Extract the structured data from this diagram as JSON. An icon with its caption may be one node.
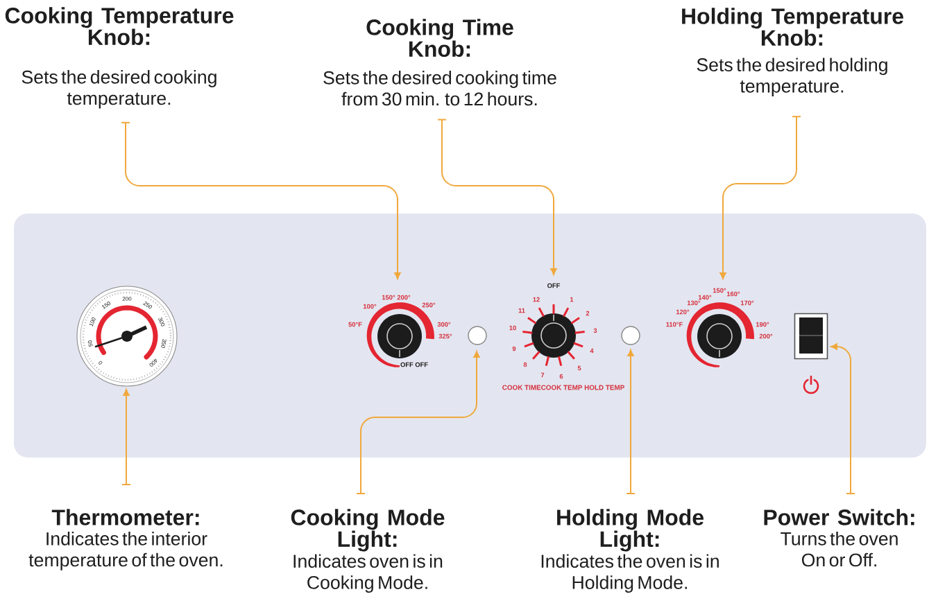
{
  "diagram": {
    "nodes": [
      {
        "text": [
          "Cooking Temperature Knob:",
          "Sets the desired cooking temperature."
        ]
      },
      {
        "text": [
          "Cooking Time Knob:",
          "Sets the desired cooking time from 30 min. to 12 hours."
        ]
      },
      {
        "text": [
          "Holding Temperature Knob:",
          "Sets the desired holding temperature."
        ]
      },
      {
        "text": [],
        "shape": "box"
      },
      {
        "text": [
          "0",
          "50",
          "100",
          "150",
          "200",
          "250",
          "300",
          "350",
          "400"
        ],
        "in": 3
      },
      {
        "text": [],
        "shape": "circle",
        "in": 3,
        "beside": [
          "50°F",
          "100°",
          "150°",
          "200°",
          "250°",
          "300°",
          "325°",
          "OFF OFF"
        ]
      },
      {
        "text": [],
        "shape": "circle",
        "in": 3
      },
      {
        "text": [],
        "shape": "circle",
        "in": 3,
        "beside": [
          "OFF",
          "12",
          "1",
          "2",
          "3",
          "4",
          "5",
          "6",
          "7",
          "8",
          "9",
          "10",
          "11"
        ]
      },
      {
        "text": [],
        "shape": "circle",
        "in": 3
      },
      {
        "text": [],
        "shape": "circle",
        "in": 3,
        "beside": [
          "110°F",
          "120°",
          "130°",
          "140°",
          "150°",
          "160°",
          "170°",
          "190°",
          "200°"
        ]
      },
      {
        "text": [],
        "shape": "box",
        "in": 3
      },
      {
        "text": [
          "Thermometer:",
          "Indicates the interior temperature of the oven."
        ]
      },
      {
        "text": [
          "Cooking Mode Light:",
          "Indicates oven is in Cooking Mode."
        ]
      },
      {
        "text": [
          "Holding Mode Light:",
          "Indicates the oven is in Holding Mode."
        ]
      },
      {
        "text": [
          "Power Switch:",
          "Turns the oven On or Off."
        ]
      }
    ],
    "edges": [
      {
        "from": 0,
        "to": 5,
        "arrow": "to"
      },
      {
        "from": 1,
        "to": 7,
        "arrow": "to"
      },
      {
        "from": 2,
        "to": 9,
        "arrow": "to"
      },
      {
        "from": 11,
        "to": 4,
        "arrow": "to"
      },
      {
        "from": 12,
        "to": 6,
        "arrow": "to"
      },
      {
        "from": 13,
        "to": 8,
        "arrow": "to"
      },
      {
        "from": 14,
        "to": 10,
        "arrow": "to"
      }
    ],
    "labels": [
      "COOK TIMECOOK TEMP HOLD TEMP"
    ]
  }
}
